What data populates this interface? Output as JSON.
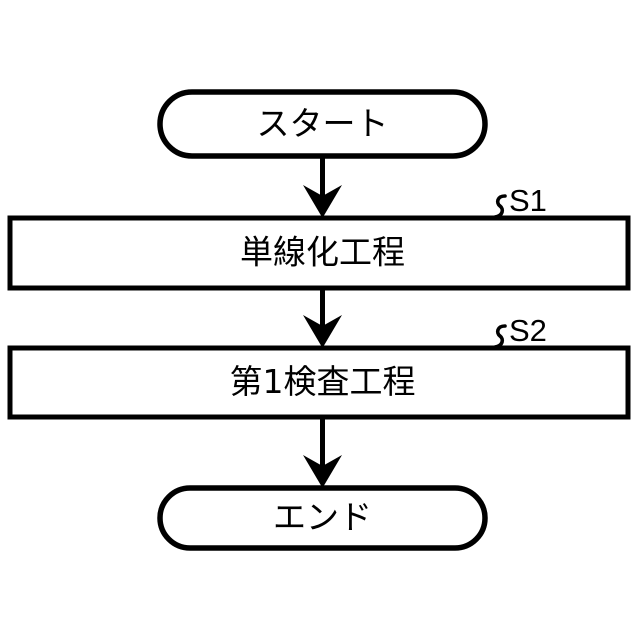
{
  "diagram": {
    "type": "flowchart",
    "orientation": "vertical",
    "background_color": "#ffffff",
    "line_color": "#000000",
    "nodes": [
      {
        "id": "start",
        "shape": "terminator",
        "label": "スタート",
        "step_label": ""
      },
      {
        "id": "step-s1",
        "shape": "process",
        "label": "単線化工程",
        "step_label": "S1"
      },
      {
        "id": "step-s2",
        "shape": "process",
        "label": "第1検査工程",
        "step_label": "S2"
      },
      {
        "id": "end",
        "shape": "terminator",
        "label": "エンド",
        "step_label": ""
      }
    ],
    "connectors": [
      {
        "id": "arrow-start-to-s1",
        "from": "start",
        "to": "step-s1"
      },
      {
        "id": "arrow-s1-to-s2",
        "from": "step-s1",
        "to": "step-s2"
      },
      {
        "id": "arrow-s2-to-end",
        "from": "step-s2",
        "to": "end"
      }
    ]
  }
}
